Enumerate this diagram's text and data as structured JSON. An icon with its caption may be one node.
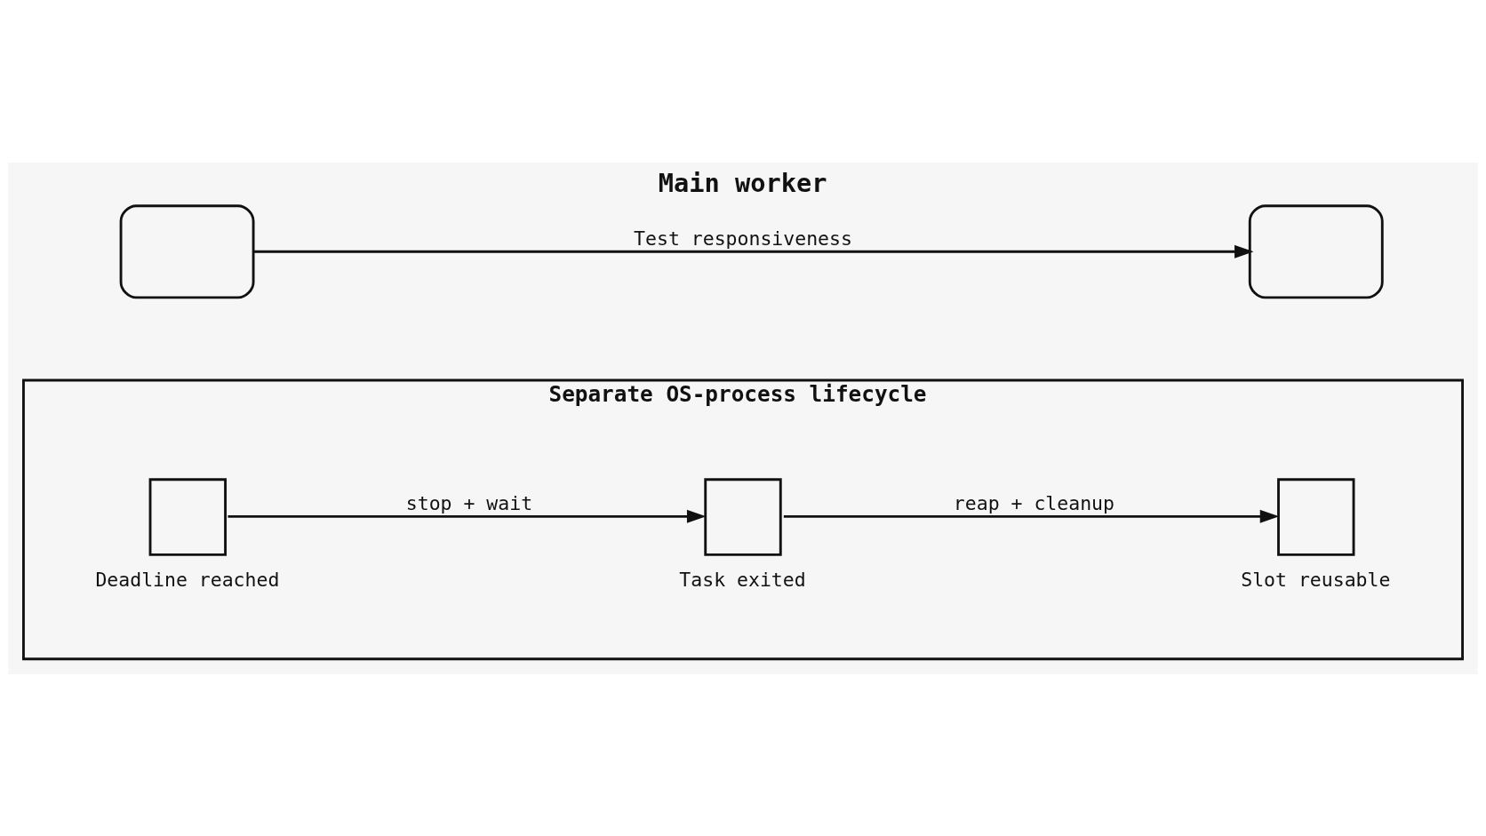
{
  "diagram": {
    "title": "Main worker",
    "nodes": [
      {
        "text": [],
        "shape": "envelope"
      },
      {
        "text": [],
        "shape": "envelope"
      },
      {
        "text": [
          "Separate OS-process lifecycle"
        ]
      },
      {
        "text": [],
        "shape": "box",
        "beside": [
          "Deadline reached"
        ],
        "in": 2
      },
      {
        "text": [],
        "shape": "box",
        "beside": [
          "Task exited"
        ],
        "in": 2
      },
      {
        "text": [],
        "shape": "box",
        "beside": [
          "Slot reusable"
        ],
        "in": 2
      }
    ],
    "edges": [
      {
        "from": 0,
        "to": 1,
        "arrow": "to",
        "label": "Test responsiveness"
      },
      {
        "from": 3,
        "to": 4,
        "arrow": "to",
        "label": "stop + wait"
      },
      {
        "from": 4,
        "to": 5,
        "arrow": "to",
        "label": "reap + cleanup"
      }
    ]
  }
}
